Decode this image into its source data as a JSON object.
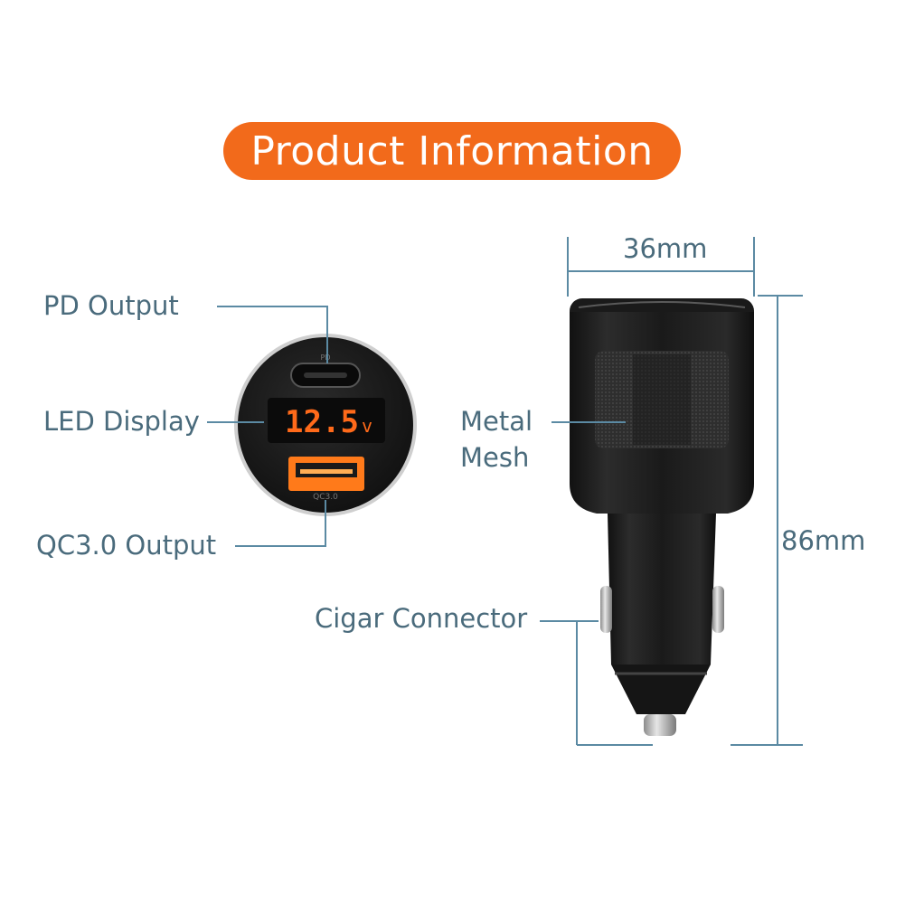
{
  "title": "Product Information",
  "labels": {
    "pd_output": "PD Output",
    "led_display": "LED Display",
    "qc_output": "QC3.0 Output",
    "metal_mesh_line1": "Metal",
    "metal_mesh_line2": "Mesh",
    "cigar_connector": "Cigar Connector"
  },
  "dimensions": {
    "width": "36mm",
    "height": "86mm"
  },
  "device": {
    "display_reading": "12.5",
    "display_unit": "v",
    "port_top_mark": "PD",
    "port_bottom_mark": "QC3.0"
  },
  "colors": {
    "accent": "#f26a1b",
    "label_text": "#4a6b7c",
    "leader_line": "#5b8aa3",
    "led": "#ff6a1a",
    "device_body": "#1c1c1c"
  }
}
